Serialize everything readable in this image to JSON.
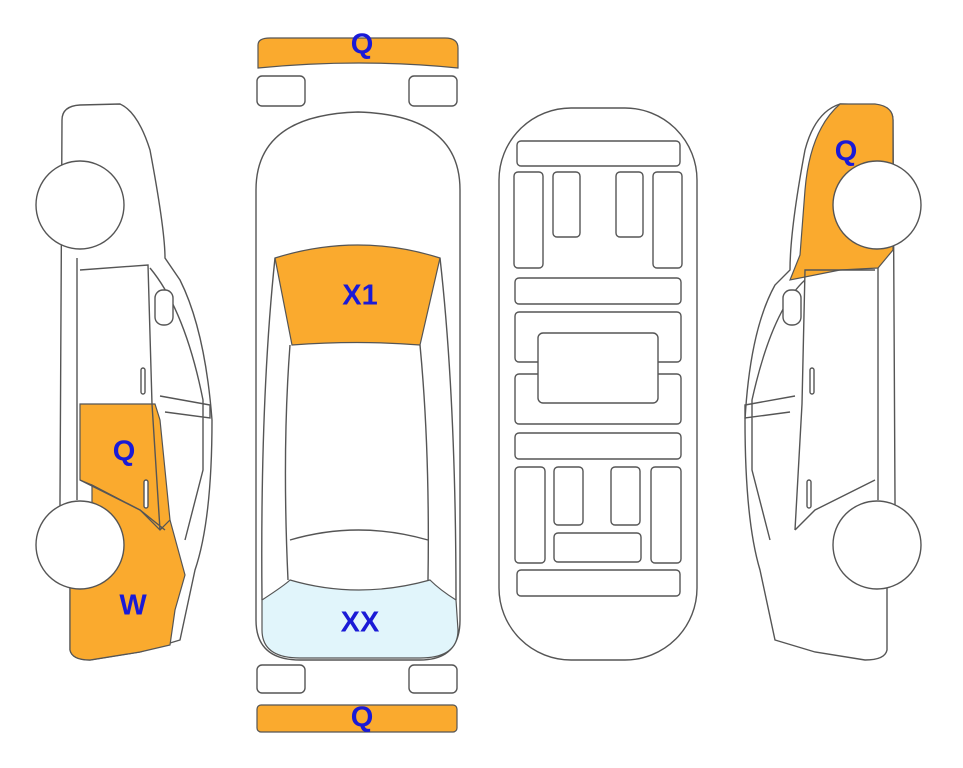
{
  "colors": {
    "damage": "#FAAA2E",
    "secondary": "#E1F5FB",
    "label": "#1A1AD6",
    "outline": "#555555"
  },
  "labels": {
    "front_bumper": "Q",
    "windshield": "X1",
    "rear_window": "XX",
    "rear_bumper": "Q",
    "left_rear_door": "Q",
    "left_rear_fender": "W",
    "right_front_fender": "Q"
  }
}
